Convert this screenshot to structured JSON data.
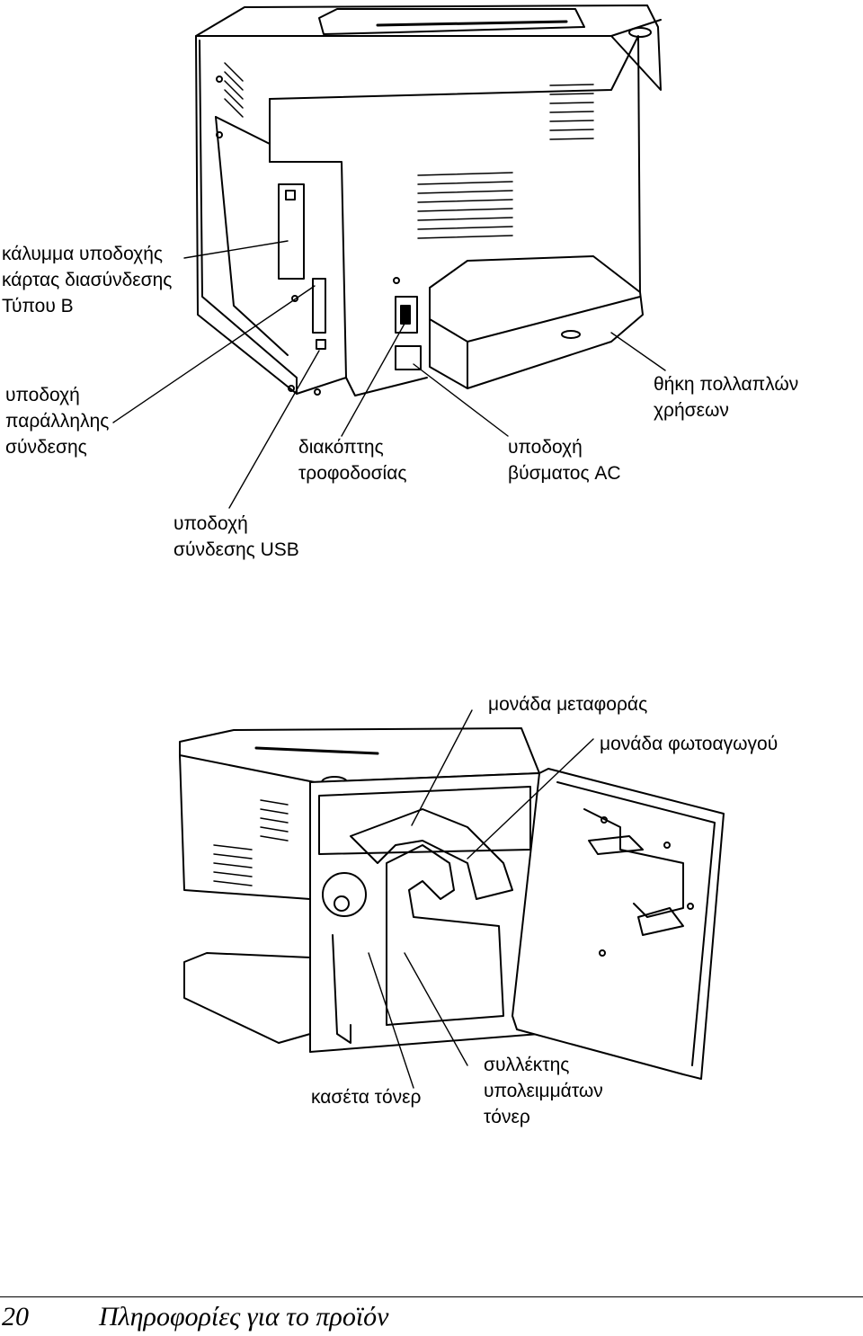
{
  "figure_top": {
    "labels": {
      "card_slot_cover": [
        "κάλυμμα υποδοχής",
        "κάρτας διασύνδεσης",
        "Τύπου B"
      ],
      "parallel_port": [
        "υποδοχή",
        "παράλληλης",
        "σύνδεσης"
      ],
      "power_switch": [
        "διακόπτης",
        "τροφοδοσίας"
      ],
      "ac_inlet": [
        "υποδοχή",
        "βύσματος AC"
      ],
      "mp_tray": [
        "θήκη πολλαπλών",
        "χρήσεων"
      ],
      "usb_port": [
        "υποδοχή",
        "σύνδεσης USB"
      ]
    }
  },
  "figure_bottom": {
    "labels": {
      "transfer_unit": [
        "μονάδα μεταφοράς"
      ],
      "photoconductor_unit": [
        "μονάδα φωτοαγωγού"
      ],
      "toner_cartridge": [
        "κασέτα τόνερ"
      ],
      "waste_toner_collector": [
        "συλλέκτης",
        "υπολειμμάτων",
        "τόνερ"
      ]
    }
  },
  "footer": {
    "page_number": "20",
    "title": "Πληροφορίες για το προϊόν"
  }
}
